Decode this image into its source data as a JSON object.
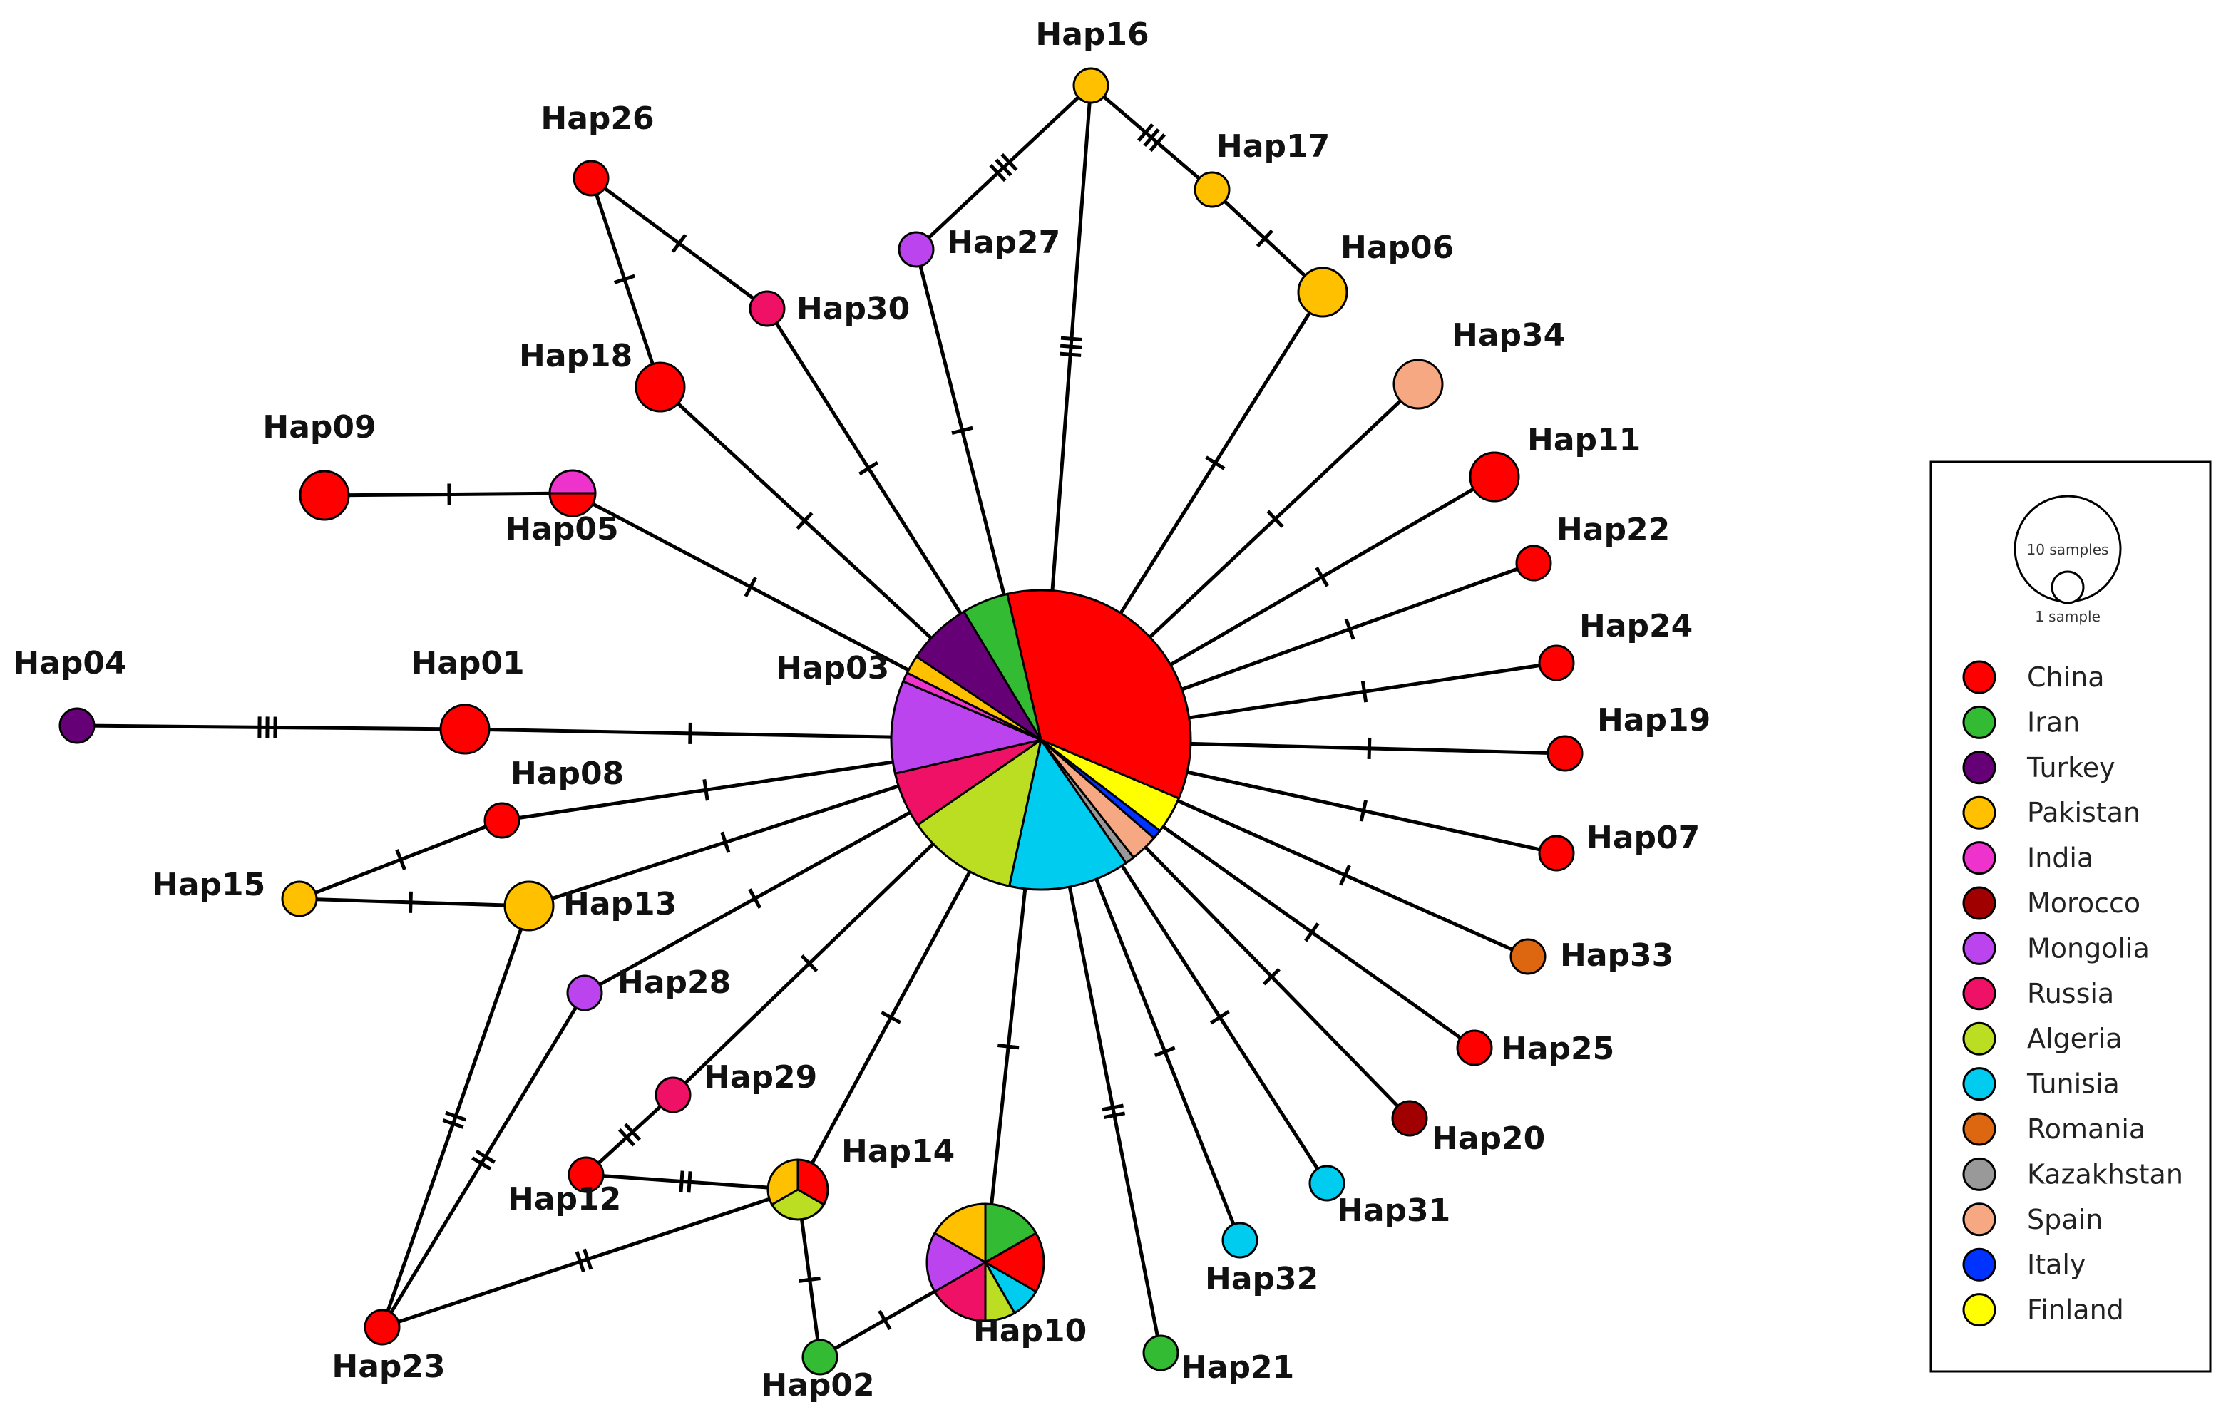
{
  "legend": {
    "scale": {
      "large_label": "10 samples",
      "small_label": "1 sample"
    },
    "countries": [
      {
        "name": "China",
        "color": "#ff0000"
      },
      {
        "name": "Iran",
        "color": "#33bb33"
      },
      {
        "name": "Turkey",
        "color": "#660077"
      },
      {
        "name": "Pakistan",
        "color": "#ffc000"
      },
      {
        "name": "India",
        "color": "#ee33cc"
      },
      {
        "name": "Morocco",
        "color": "#a00000"
      },
      {
        "name": "Mongolia",
        "color": "#bb44ee"
      },
      {
        "name": "Russia",
        "color": "#ee1166"
      },
      {
        "name": "Algeria",
        "color": "#bbdd22"
      },
      {
        "name": "Tunisia",
        "color": "#00ccf0"
      },
      {
        "name": "Romania",
        "color": "#dd6611"
      },
      {
        "name": "Kazakhstan",
        "color": "#999999"
      },
      {
        "name": "Spain",
        "color": "#f5a882"
      },
      {
        "name": "Italy",
        "color": "#0033ff"
      },
      {
        "name": "Finland",
        "color": "#ffff00"
      }
    ]
  },
  "nodes": [
    {
      "id": "Hap01",
      "label": "Hap01",
      "size": 2,
      "composition": {
        "China": 2
      }
    },
    {
      "id": "Hap02",
      "label": "Hap02",
      "size": 1,
      "composition": {
        "Iran": 1
      }
    },
    {
      "id": "Hap03",
      "label": "Hap03",
      "size": 100,
      "composition": {
        "China": 35,
        "Finland": 4,
        "Italy": 1,
        "Spain": 3,
        "Kazakhstan": 1,
        "Tunisia": 13,
        "Algeria": 12,
        "Russia": 6,
        "Mongolia": 10,
        "India": 1,
        "Pakistan": 2,
        "Turkey": 7,
        "Iran": 5
      }
    },
    {
      "id": "Hap04",
      "label": "Hap04",
      "size": 1,
      "composition": {
        "Turkey": 1
      }
    },
    {
      "id": "Hap05",
      "label": "Hap05",
      "size": 2,
      "composition": {
        "China": 1,
        "India": 1
      }
    },
    {
      "id": "Hap06",
      "label": "Hap06",
      "size": 2,
      "composition": {
        "Pakistan": 2
      }
    },
    {
      "id": "Hap07",
      "label": "Hap07",
      "size": 1,
      "composition": {
        "China": 1
      }
    },
    {
      "id": "Hap08",
      "label": "Hap08",
      "size": 1,
      "composition": {
        "China": 1
      }
    },
    {
      "id": "Hap09",
      "label": "Hap09",
      "size": 2,
      "composition": {
        "China": 2
      }
    },
    {
      "id": "Hap10",
      "label": "Hap10",
      "size": 12,
      "composition": {
        "Iran": 2,
        "China": 2,
        "Tunisia": 1,
        "Algeria": 1,
        "Russia": 2,
        "Mongolia": 2,
        "Pakistan": 2
      }
    },
    {
      "id": "Hap11",
      "label": "Hap11",
      "size": 2,
      "composition": {
        "China": 2
      }
    },
    {
      "id": "Hap12",
      "label": "Hap12",
      "size": 1,
      "composition": {
        "China": 1
      }
    },
    {
      "id": "Hap13",
      "label": "Hap13",
      "size": 2,
      "composition": {
        "Pakistan": 2
      }
    },
    {
      "id": "Hap14",
      "label": "Hap14",
      "size": 3,
      "composition": {
        "China": 1,
        "Algeria": 1,
        "Pakistan": 1
      }
    },
    {
      "id": "Hap15",
      "label": "Hap15",
      "size": 1,
      "composition": {
        "Pakistan": 1
      }
    },
    {
      "id": "Hap16",
      "label": "Hap16",
      "size": 1,
      "composition": {
        "Pakistan": 1
      }
    },
    {
      "id": "Hap17",
      "label": "Hap17",
      "size": 1,
      "composition": {
        "Pakistan": 1
      }
    },
    {
      "id": "Hap18",
      "label": "Hap18",
      "size": 2,
      "composition": {
        "China": 2
      }
    },
    {
      "id": "Hap19",
      "label": "Hap19",
      "size": 1,
      "composition": {
        "China": 1
      }
    },
    {
      "id": "Hap20",
      "label": "Hap20",
      "size": 1,
      "composition": {
        "Morocco": 1
      }
    },
    {
      "id": "Hap21",
      "label": "Hap21",
      "size": 1,
      "composition": {
        "Iran": 1
      }
    },
    {
      "id": "Hap22",
      "label": "Hap22",
      "size": 1,
      "composition": {
        "China": 1
      }
    },
    {
      "id": "Hap23",
      "label": "Hap23",
      "size": 1,
      "composition": {
        "China": 1
      }
    },
    {
      "id": "Hap24",
      "label": "Hap24",
      "size": 1,
      "composition": {
        "China": 1
      }
    },
    {
      "id": "Hap25",
      "label": "Hap25",
      "size": 1,
      "composition": {
        "China": 1
      }
    },
    {
      "id": "Hap26",
      "label": "Hap26",
      "size": 1,
      "composition": {
        "China": 1
      }
    },
    {
      "id": "Hap27",
      "label": "Hap27",
      "size": 1,
      "composition": {
        "Mongolia": 1
      }
    },
    {
      "id": "Hap28",
      "label": "Hap28",
      "size": 1,
      "composition": {
        "Mongolia": 1
      }
    },
    {
      "id": "Hap29",
      "label": "Hap29",
      "size": 1,
      "composition": {
        "Russia": 1
      }
    },
    {
      "id": "Hap30",
      "label": "Hap30",
      "size": 1,
      "composition": {
        "Russia": 1
      }
    },
    {
      "id": "Hap31",
      "label": "Hap31",
      "size": 1,
      "composition": {
        "Tunisia": 1
      }
    },
    {
      "id": "Hap32",
      "label": "Hap32",
      "size": 1,
      "composition": {
        "Tunisia": 1
      }
    },
    {
      "id": "Hap33",
      "label": "Hap33",
      "size": 1,
      "composition": {
        "Romania": 1
      }
    },
    {
      "id": "Hap34",
      "label": "Hap34",
      "size": 2,
      "composition": {
        "Spain": 2
      }
    }
  ],
  "edges": [
    {
      "from": "Hap04",
      "to": "Hap01",
      "mutations": 3
    },
    {
      "from": "Hap01",
      "to": "Hap03",
      "mutations": 1
    },
    {
      "from": "Hap09",
      "to": "Hap05",
      "mutations": 1
    },
    {
      "from": "Hap05",
      "to": "Hap03",
      "mutations": 1
    },
    {
      "from": "Hap26",
      "to": "Hap18",
      "mutations": 1
    },
    {
      "from": "Hap26",
      "to": "Hap30",
      "mutations": 1
    },
    {
      "from": "Hap18",
      "to": "Hap03",
      "mutations": 1
    },
    {
      "from": "Hap30",
      "to": "Hap03",
      "mutations": 1
    },
    {
      "from": "Hap27",
      "to": "Hap16",
      "mutations": 3
    },
    {
      "from": "Hap27",
      "to": "Hap03",
      "mutations": 1
    },
    {
      "from": "Hap16",
      "to": "Hap03",
      "mutations": 3
    },
    {
      "from": "Hap16",
      "to": "Hap17",
      "mutations": 3
    },
    {
      "from": "Hap17",
      "to": "Hap06",
      "mutations": 1
    },
    {
      "from": "Hap06",
      "to": "Hap03",
      "mutations": 1
    },
    {
      "from": "Hap34",
      "to": "Hap03",
      "mutations": 1
    },
    {
      "from": "Hap11",
      "to": "Hap03",
      "mutations": 1
    },
    {
      "from": "Hap22",
      "to": "Hap03",
      "mutations": 1
    },
    {
      "from": "Hap24",
      "to": "Hap03",
      "mutations": 1
    },
    {
      "from": "Hap19",
      "to": "Hap03",
      "mutations": 1
    },
    {
      "from": "Hap07",
      "to": "Hap03",
      "mutations": 1
    },
    {
      "from": "Hap33",
      "to": "Hap03",
      "mutations": 1
    },
    {
      "from": "Hap25",
      "to": "Hap03",
      "mutations": 1
    },
    {
      "from": "Hap20",
      "to": "Hap03",
      "mutations": 1
    },
    {
      "from": "Hap31",
      "to": "Hap03",
      "mutations": 1
    },
    {
      "from": "Hap32",
      "to": "Hap03",
      "mutations": 1
    },
    {
      "from": "Hap21",
      "to": "Hap03",
      "mutations": 2
    },
    {
      "from": "Hap10",
      "to": "Hap03",
      "mutations": 1
    },
    {
      "from": "Hap14",
      "to": "Hap03",
      "mutations": 1
    },
    {
      "from": "Hap29",
      "to": "Hap03",
      "mutations": 1
    },
    {
      "from": "Hap28",
      "to": "Hap03",
      "mutations": 1
    },
    {
      "from": "Hap13",
      "to": "Hap03",
      "mutations": 1
    },
    {
      "from": "Hap08",
      "to": "Hap03",
      "mutations": 1
    },
    {
      "from": "Hap15",
      "to": "Hap08",
      "mutations": 1
    },
    {
      "from": "Hap15",
      "to": "Hap13",
      "mutations": 1
    },
    {
      "from": "Hap13",
      "to": "Hap23",
      "mutations": 2
    },
    {
      "from": "Hap28",
      "to": "Hap23",
      "mutations": 2
    },
    {
      "from": "Hap23",
      "to": "Hap14",
      "mutations": 2
    },
    {
      "from": "Hap12",
      "to": "Hap29",
      "mutations": 2
    },
    {
      "from": "Hap12",
      "to": "Hap14",
      "mutations": 2
    },
    {
      "from": "Hap14",
      "to": "Hap02",
      "mutations": 1
    },
    {
      "from": "Hap02",
      "to": "Hap10",
      "mutations": 1
    }
  ]
}
